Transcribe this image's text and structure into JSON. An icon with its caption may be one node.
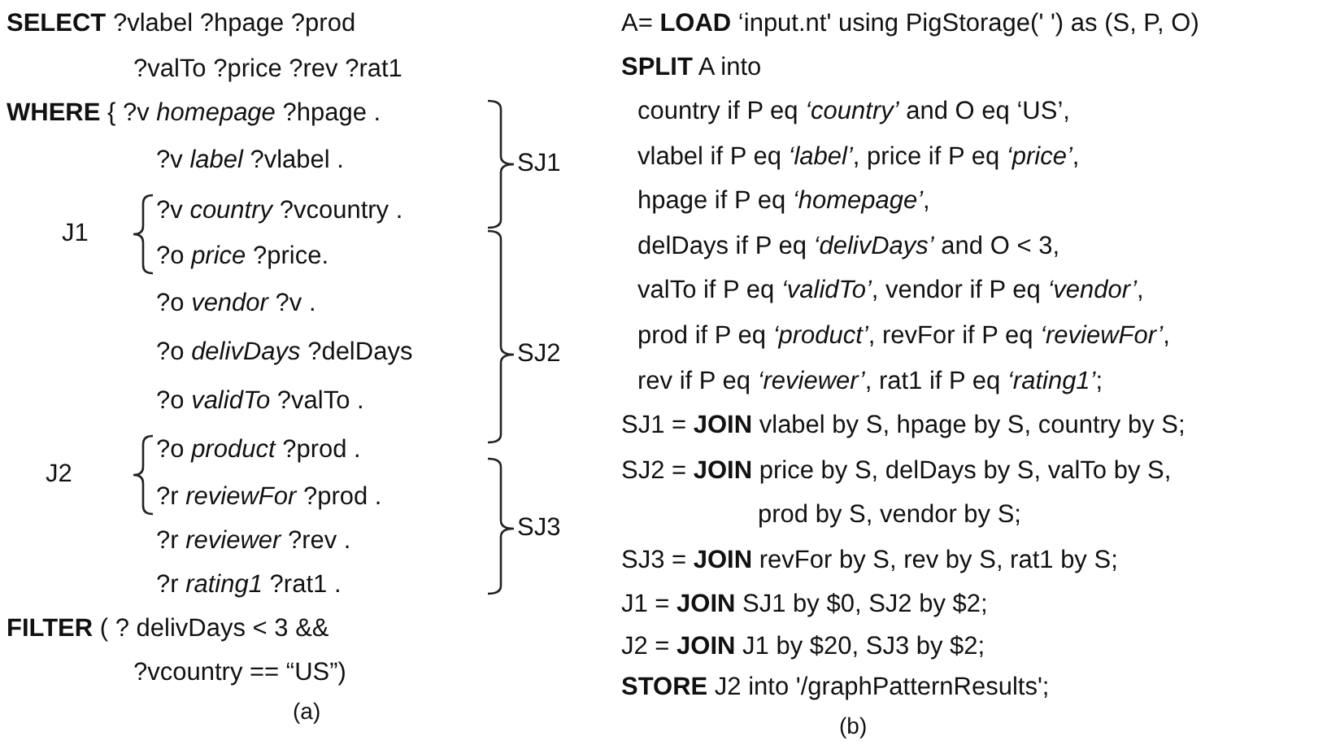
{
  "diagram": {
    "labels": [
      "**SELECT** ?vlabel ?hpage ?prod",
      "?valTo ?price ?rev ?rat1",
      "**WHERE** { ?v *homepage* ?hpage .",
      "?v *label* ?vlabel .",
      "SJ1",
      "J1",
      "?v *country* ?vcountry .",
      "?o *price* ?price.",
      "?o *vendor* ?v .",
      "?o *delivDays* ?delDays",
      "SJ2",
      "?o *validTo* ?valTo .",
      "J2",
      "?o *product* ?prod .",
      "?r *reviewFor* ?prod .",
      "SJ3",
      "?r *reviewer* ?rev .",
      "?r *rating1* ?rat1 .",
      "**FILTER** (  ? delivDays < 3  &&",
      "?vcountry == “US”)",
      "(a)",
      "A= **LOAD** ‘input.nt' using PigStorage(' ') as (S, P, O)",
      "**SPLIT** A into",
      "country if P eq *‘country’* and O eq ‘US’,",
      "vlabel if P eq *‘label’*, price if P eq *‘price’*,",
      "hpage if P eq *‘homepage’*,",
      "delDays if P eq *‘delivDays’* and O < 3,",
      "valTo if P eq *‘validTo’*,  vendor if P eq *‘vendor’*,",
      "prod if P eq *‘product’*, revFor if P eq *‘reviewFor’*,",
      "rev if P eq *‘reviewer’*, rat1 if P eq *‘rating1’*;",
      "SJ1 = **JOIN** vlabel by S, hpage by S, country by S;",
      "SJ2 = **JOIN** price by S, delDays by S, valTo by S,",
      "prod by S, vendor by S;",
      "SJ3 = **JOIN** revFor by S, rev by S, rat1 by S;",
      "J1  = **JOIN** SJ1 by $0, SJ2 by $2;",
      "J2  = **JOIN** J1 by $20, SJ3 by $2;",
      "**STORE** J2 into '/graphPatternResults';",
      "(b)"
    ]
  }
}
